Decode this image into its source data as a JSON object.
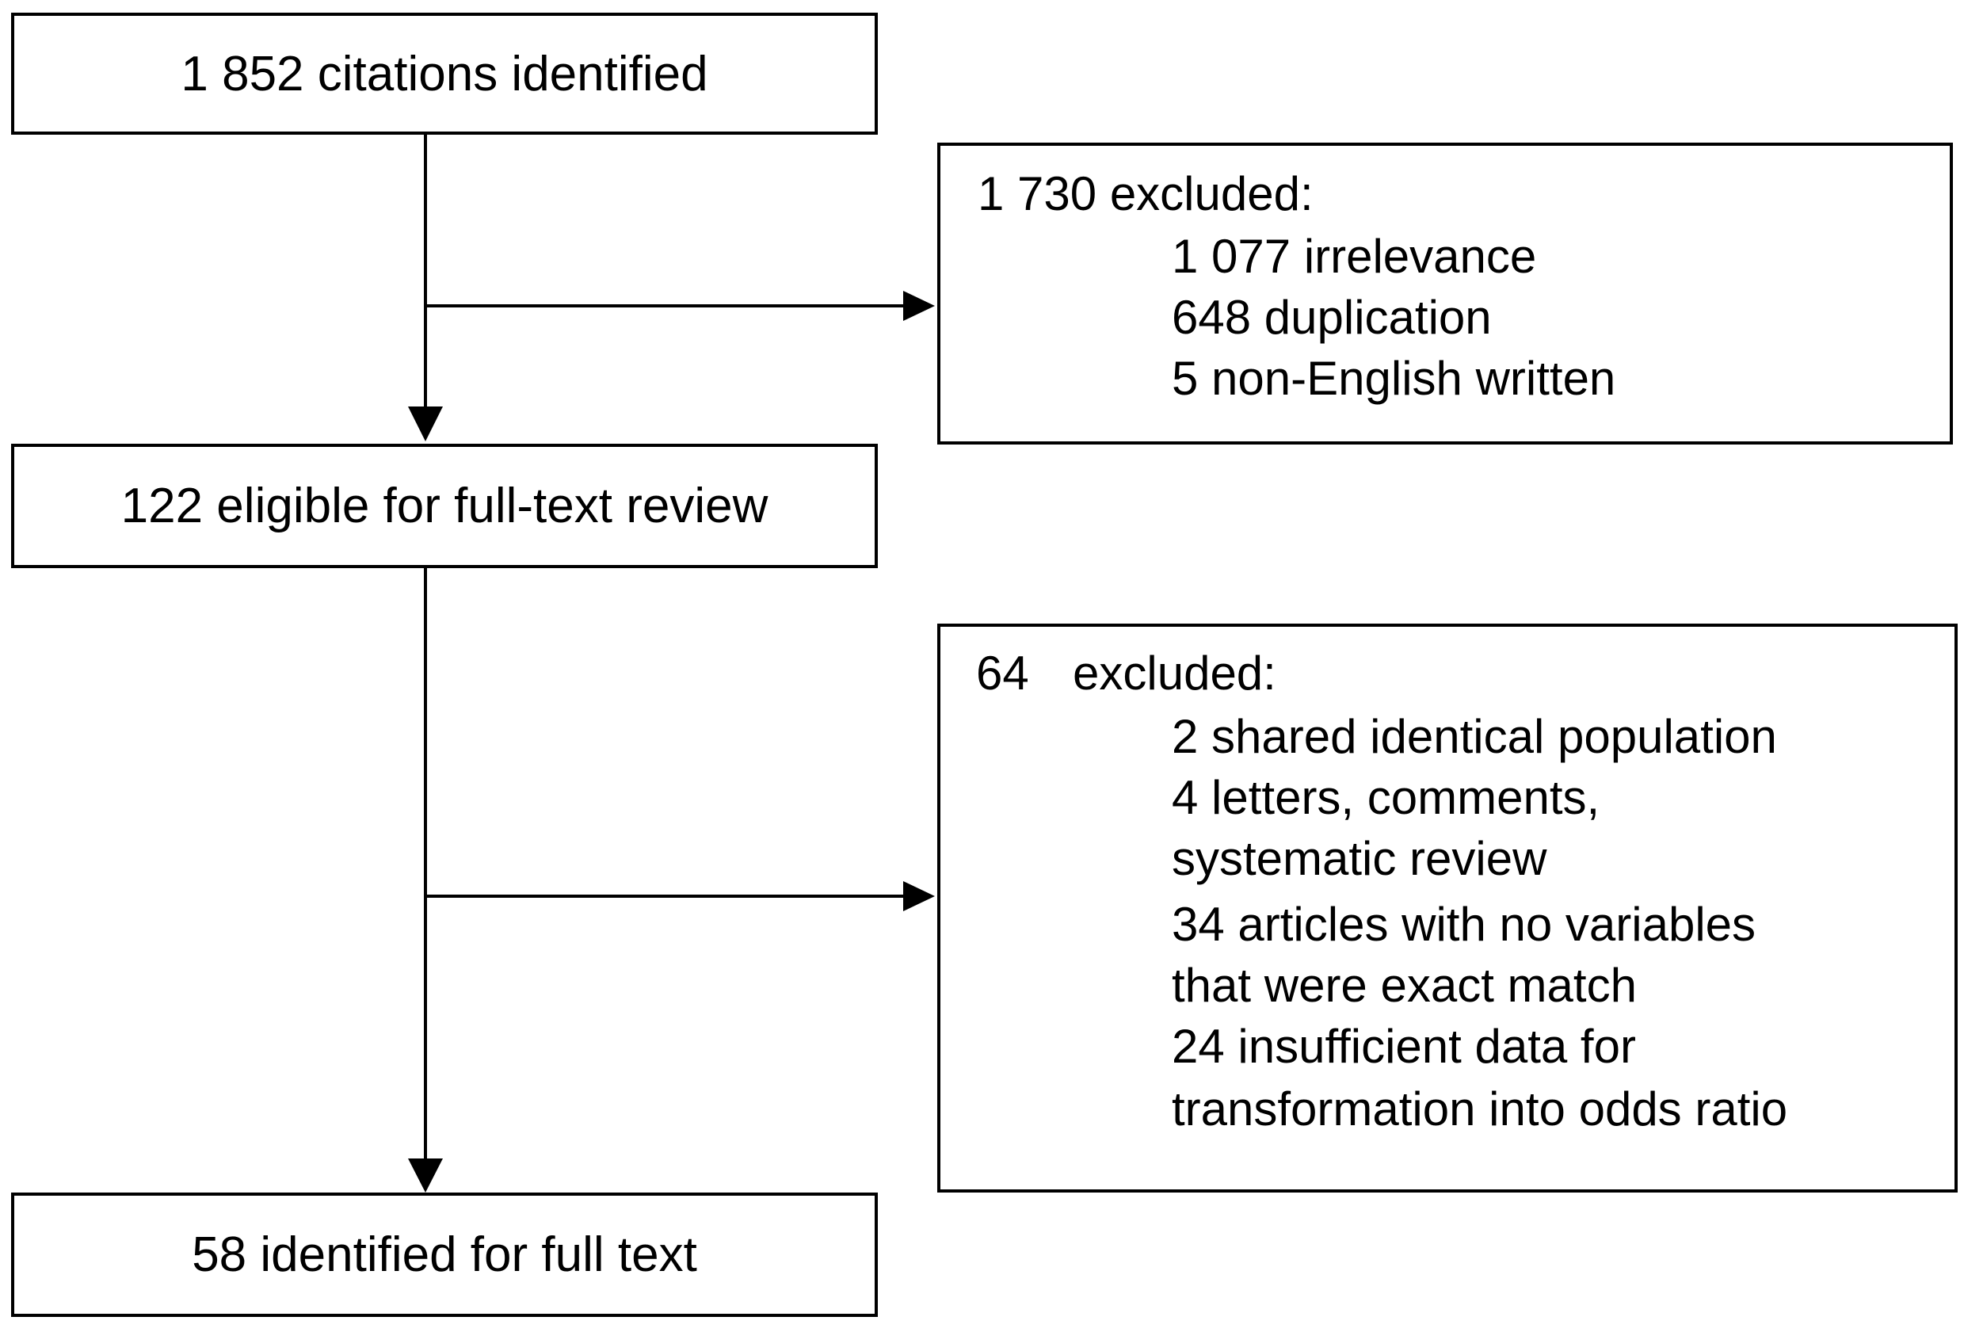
{
  "flow": {
    "box1": "1 852 citations identified",
    "box2": "122 eligible for full-text review",
    "box3": "58 identified for full text"
  },
  "exclusion1": {
    "title": "1 730 excluded:",
    "items": [
      "1 077 irrelevance",
      "648 duplication",
      "5 non-English written"
    ]
  },
  "exclusion2": {
    "count": "64",
    "label": "excluded:",
    "items": [
      "2 shared identical population",
      "4 letters, comments,",
      "systematic review",
      "34 articles with no variables",
      "that were exact match",
      "24 insufficient data for",
      "transformation into odds ratio"
    ]
  }
}
